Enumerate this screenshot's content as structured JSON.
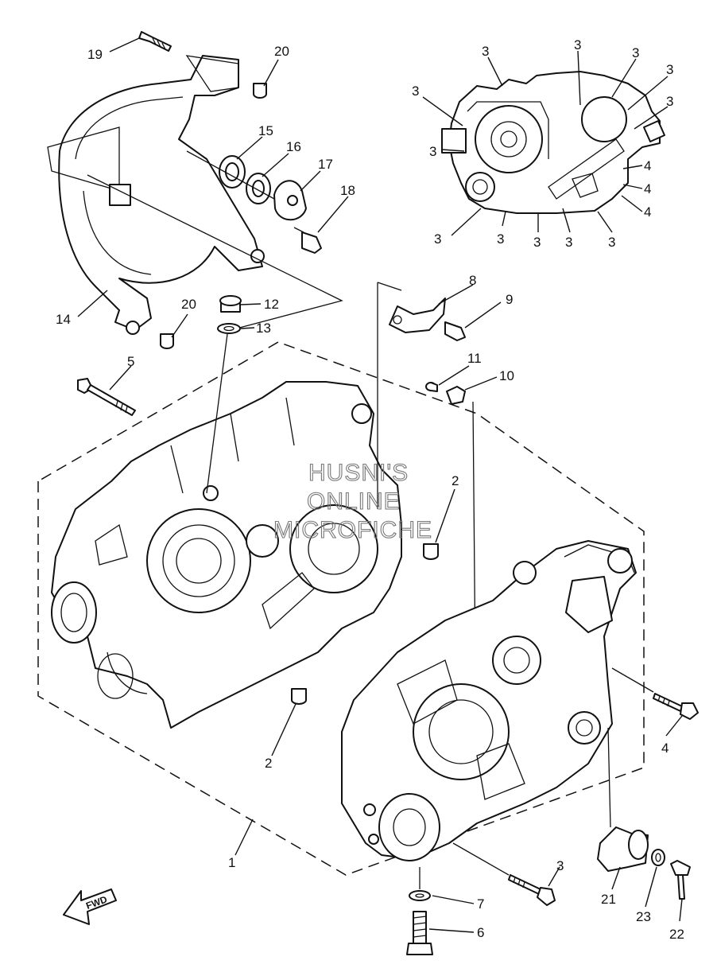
{
  "callouts": {
    "c1": "1",
    "c2a": "2",
    "c2b": "2",
    "c3": "3",
    "c4": "4",
    "c5": "5",
    "c6": "6",
    "c7": "7",
    "c8": "8",
    "c9": "9",
    "c10": "10",
    "c11": "11",
    "c12": "12",
    "c13": "13",
    "c14": "14",
    "c15": "15",
    "c16": "16",
    "c17": "17",
    "c18": "18",
    "c19": "19",
    "c20a": "20",
    "c20b": "20",
    "c21": "21",
    "c22": "22",
    "c23": "23"
  },
  "inset": {
    "labels": [
      "3",
      "3",
      "3",
      "3",
      "3",
      "3",
      "3",
      "3",
      "3",
      "3",
      "3",
      "3",
      "3",
      "4",
      "4",
      "4"
    ]
  },
  "watermark": [
    "HUSNI'S",
    "ONLINE",
    "MICROFICHE"
  ],
  "fwd_label": "FWD"
}
